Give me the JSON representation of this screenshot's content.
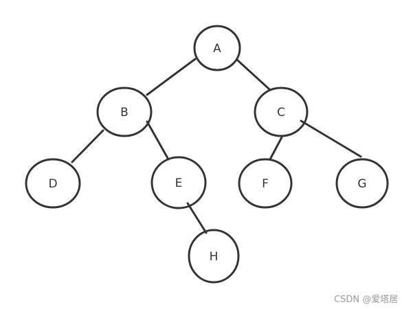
{
  "diagram": {
    "type": "binary-tree",
    "nodes": [
      {
        "id": "A",
        "label": "A"
      },
      {
        "id": "B",
        "label": "B"
      },
      {
        "id": "C",
        "label": "C"
      },
      {
        "id": "D",
        "label": "D"
      },
      {
        "id": "E",
        "label": "E"
      },
      {
        "id": "F",
        "label": "F"
      },
      {
        "id": "G",
        "label": "G"
      },
      {
        "id": "H",
        "label": "H"
      }
    ],
    "edges": [
      [
        "A",
        "B"
      ],
      [
        "A",
        "C"
      ],
      [
        "B",
        "D"
      ],
      [
        "B",
        "E"
      ],
      [
        "C",
        "F"
      ],
      [
        "C",
        "G"
      ],
      [
        "E",
        "H"
      ]
    ],
    "stroke_color": "#333333"
  },
  "watermark": "CSDN @爱塔居"
}
